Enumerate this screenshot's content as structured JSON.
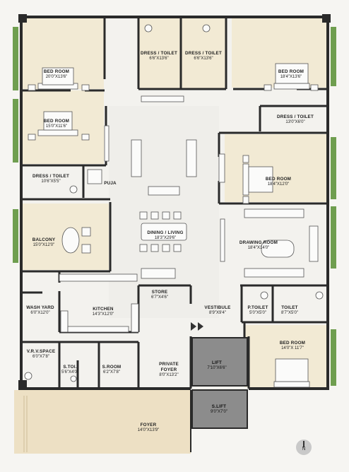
{
  "colors": {
    "wall": "#2a2a2a",
    "floor_marble": "#f3f2ef",
    "bed_floor": "#f2ead3",
    "foyer_floor": "#ede0c4",
    "greenery": "#6f9e4f",
    "lift": "#8c8c8c"
  },
  "rooms": [
    {
      "key": "bed1",
      "name": "BED ROOM",
      "dim": "20'0\"X13'6\""
    },
    {
      "key": "bed2",
      "name": "BED ROOM",
      "dim": "15'0\"X11'6\""
    },
    {
      "key": "dress1",
      "name": "DRESS / TOILET",
      "dim": "6'6\"X13'6\""
    },
    {
      "key": "dress2",
      "name": "DRESS / TOILET",
      "dim": "6'6\"X13'6\""
    },
    {
      "key": "bed3",
      "name": "BED ROOM",
      "dim": "18'4\"X13'6\""
    },
    {
      "key": "dress3",
      "name": "DRESS / TOILET",
      "dim": "13'0\"X6'0\""
    },
    {
      "key": "dress4",
      "name": "DRESS / TOILET",
      "dim": "10'6\"X5'5\""
    },
    {
      "key": "puja",
      "name": "PUJA",
      "dim": ""
    },
    {
      "key": "bed4",
      "name": "BED ROOM",
      "dim": "18'4\"X12'0\""
    },
    {
      "key": "balcony",
      "name": "BALCONY",
      "dim": "15'0\"X12'0\""
    },
    {
      "key": "dining",
      "name": "DINING / LIVING",
      "dim": "18'3\"X29'6\""
    },
    {
      "key": "drawing",
      "name": "DRAWING ROOM",
      "dim": "18'4\"X14'0\""
    },
    {
      "key": "store",
      "name": "STORE",
      "dim": "6'7\"X4'6\""
    },
    {
      "key": "wash",
      "name": "WASH YARD",
      "dim": "6'0\"X12'0\""
    },
    {
      "key": "kitchen",
      "name": "KITCHEN",
      "dim": "14'3\"X12'0\""
    },
    {
      "key": "vestibule",
      "name": "VESTIBULE",
      "dim": "8'9\"X9'4\""
    },
    {
      "key": "ptoilet",
      "name": "P.TOILET",
      "dim": "5'0\"X5'0\""
    },
    {
      "key": "toilet",
      "name": "TOILET",
      "dim": "8'7\"X5'0\""
    },
    {
      "key": "vrv",
      "name": "V.R.V.SPACE",
      "dim": "6'0\"X7'8\""
    },
    {
      "key": "stoi",
      "name": "S.TOI.",
      "dim": "5'6\"X4'0\""
    },
    {
      "key": "sroom",
      "name": "S.ROOM",
      "dim": "6'2\"X7'8\""
    },
    {
      "key": "pfoyer",
      "name": "PRIVATE FOYER",
      "dim": "8'0\"X13'2\""
    },
    {
      "key": "lift",
      "name": "LIFT",
      "dim": "7'10\"X6'6\""
    },
    {
      "key": "bed5",
      "name": "BED ROOM",
      "dim": "14'0\"X 11'7\""
    },
    {
      "key": "slift",
      "name": "S.LIFT",
      "dim": "9'0\"X7'0\""
    },
    {
      "key": "foyer",
      "name": "FOYER",
      "dim": "14'0\"X13'9\""
    }
  ],
  "north": "N"
}
